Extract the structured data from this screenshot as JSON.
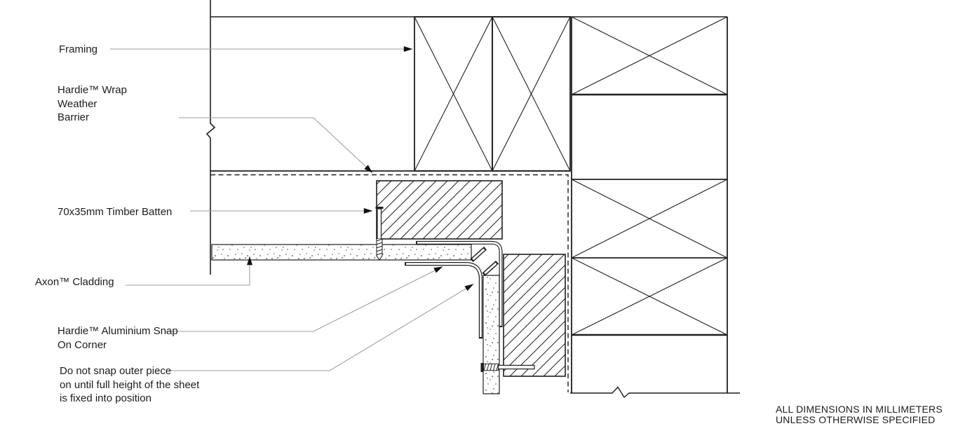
{
  "drawing": {
    "type": "construction-detail-plan",
    "colors": {
      "line": "#1f1f1f",
      "leader": "#9e9e9e",
      "arrow": "#111111",
      "hatch": "#2a2a2a",
      "stipple": "#4a4a4a",
      "background": "#ffffff"
    },
    "labels": {
      "framing": {
        "lines": [
          "Framing"
        ]
      },
      "weather_barrier": {
        "lines": [
          "Hardie™ Wrap",
          "Weather",
          "Barrier"
        ]
      },
      "timber_batten": {
        "lines": [
          "70x35mm Timber Batten"
        ]
      },
      "axon_cladding": {
        "lines": [
          "Axon™ Cladding"
        ]
      },
      "snap_corner": {
        "lines": [
          "Hardie™ Aluminium Snap",
          "On Corner"
        ]
      },
      "snap_note": {
        "lines": [
          "Do not snap outer piece",
          "on until full height of the sheet",
          "is fixed into position"
        ]
      }
    },
    "footnote": {
      "lines": [
        "ALL DIMENSIONS IN MILLIMETERS",
        "UNLESS OTHERWISE SPECIFIED"
      ]
    }
  }
}
